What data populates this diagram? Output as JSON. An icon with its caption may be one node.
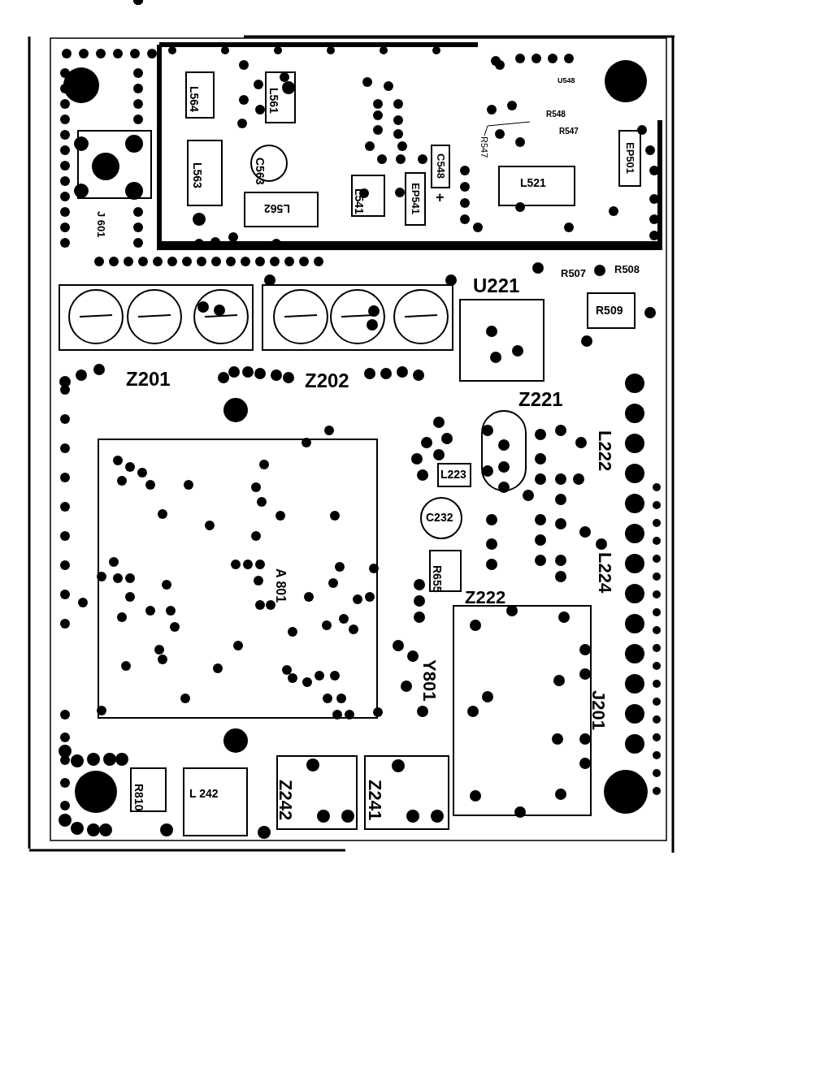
{
  "diagram": {
    "nodes": [
      {
        "text": [
          "J 601"
        ]
      },
      {
        "text": [
          "L564"
        ]
      },
      {
        "text": [
          "L561"
        ]
      },
      {
        "text": [
          "L563"
        ]
      },
      {
        "text": [
          "C563"
        ]
      },
      {
        "text": [
          "L562"
        ]
      },
      {
        "text": [
          "L541"
        ]
      },
      {
        "text": [
          "EP541"
        ]
      },
      {
        "text": [
          "C548"
        ]
      },
      {
        "text": [
          "R547"
        ]
      },
      {
        "text": [
          "L521"
        ]
      },
      {
        "text": [
          "EP501"
        ]
      },
      {
        "text": [
          "Z201"
        ]
      },
      {
        "text": [
          "Z202"
        ]
      },
      {
        "text": [
          "U221"
        ]
      },
      {
        "text": [
          "R509"
        ]
      },
      {
        "text": [
          "Z221"
        ]
      },
      {
        "text": [
          "L223"
        ]
      },
      {
        "text": [
          "C232"
        ]
      },
      {
        "text": [
          "A 801"
        ]
      },
      {
        "text": [
          "R655"
        ]
      },
      {
        "text": [
          "Z222"
        ]
      },
      {
        "text": [
          "R810"
        ]
      },
      {
        "text": [
          "L 242"
        ]
      },
      {
        "text": [
          "Z242"
        ]
      },
      {
        "text": [
          "Z241"
        ]
      }
    ],
    "edges": [
      {
        "from": null,
        "to": 9,
        "arrow": "none"
      }
    ],
    "labels": [
      "U548",
      "R548",
      "R547",
      "+",
      "R507",
      "R508",
      "L222",
      "L224",
      "Y801",
      "J201"
    ]
  }
}
